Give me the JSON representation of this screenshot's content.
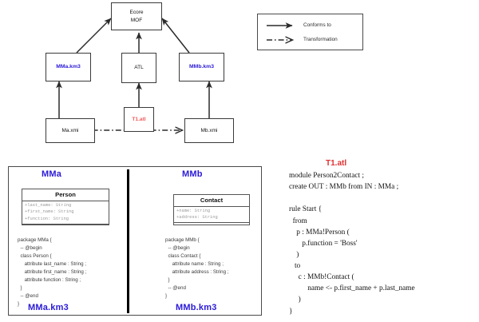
{
  "diagram": {
    "nodes": [
      {
        "id": "ecore",
        "label": "Ecore\nMOF",
        "lines": [
          "Ecore",
          "MOF"
        ],
        "style": "plain"
      },
      {
        "id": "mma_km3",
        "label": "MMa.km3",
        "lines": [
          "MMa.km3"
        ],
        "style": "blue"
      },
      {
        "id": "atl",
        "label": "ATL",
        "lines": [
          "ATL"
        ],
        "style": "plain"
      },
      {
        "id": "mmb_km3",
        "label": "MMb.km3",
        "lines": [
          "MMb.km3"
        ],
        "style": "blue"
      },
      {
        "id": "t1_atl",
        "label": "T1.atl",
        "lines": [
          "T1.atl"
        ],
        "style": "red"
      },
      {
        "id": "ma_xmi",
        "label": "Ma.xmi",
        "lines": [
          "Ma.xmi"
        ],
        "style": "plain"
      },
      {
        "id": "mb_xmi",
        "label": "Mb.xmi",
        "lines": [
          "Mb.xmi"
        ],
        "style": "plain"
      }
    ]
  },
  "legend": {
    "items": [
      {
        "kind": "solid-arrow",
        "label": "Conforms to"
      },
      {
        "kind": "dashed-arrow",
        "label": "Transformation"
      }
    ]
  },
  "metamodels": {
    "left": {
      "title": "MMa",
      "file_label": "MMa.km3",
      "uml": {
        "class_name": "Person",
        "attributes": [
          "+last_name: String",
          "+first_name: String",
          "+function: String"
        ]
      },
      "code": "package MMa {\n  -- @begin\n  class Person {\n     attribute last_name : String ;\n     attribute first_name : String ;\n     attribute function : String ;\n  }\n  -- @end\n}"
    },
    "right": {
      "title": "MMb",
      "file_label": "MMb.km3",
      "uml": {
        "class_name": "Contact",
        "attributes": [
          "+name: String",
          "+address: String"
        ]
      },
      "code": "package MMb {\n  -- @begin\n  class Contact {\n     attribute name : String ;\n     attribute address : String ;\n  }\n  -- @end\n}"
    }
  },
  "transformation": {
    "title": "T1.atl",
    "code": "module Person2Contact ;\ncreate OUT : MMb from IN : MMa ;\n\nrule Start {\n  from\n    p : MMa!Person (\n       p.function = 'Boss'\n    )\n   to\n     c : MMb!Contact (\n          name <- p.first_name + p.last_name\n     )\n}"
  },
  "colors": {
    "model_blue": "#2a1ad6",
    "atl_red": "#e03030",
    "node_red": "#ef5a5a",
    "line": "#3a3a3a"
  }
}
